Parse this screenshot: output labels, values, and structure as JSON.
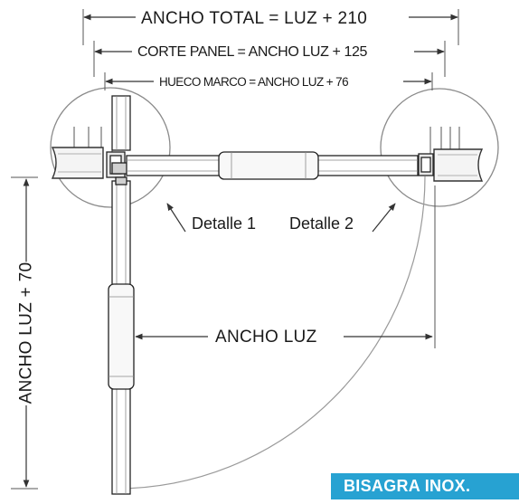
{
  "labels": {
    "ancho_total": "ANCHO TOTAL = LUZ + 210",
    "corte_panel": "CORTE PANEL = ANCHO LUZ + 125",
    "hueco_marco": "HUECO MARCO = ANCHO LUZ + 76",
    "detalle_1": "Detalle 1",
    "detalle_2": "Detalle 2",
    "ancho_luz": "ANCHO LUZ",
    "ancho_luz_70": "ANCHO LUZ + 70"
  },
  "badge": {
    "text": "BISAGRA INOX.",
    "color": "#27a2d2"
  }
}
